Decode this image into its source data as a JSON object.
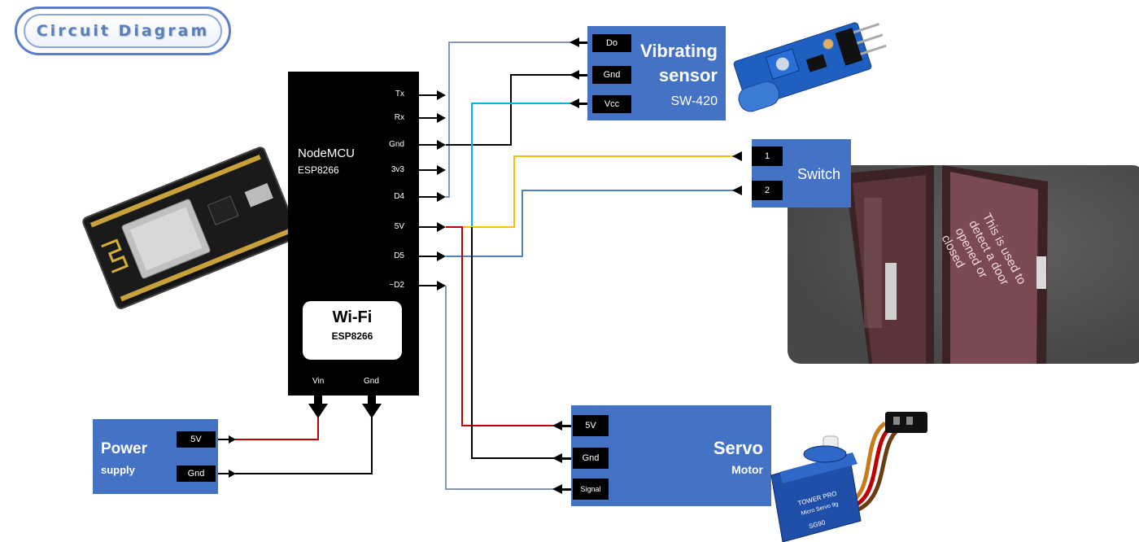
{
  "title": "Circuit Diagram",
  "nodemcu": {
    "name": "NodeMCU",
    "model": "ESP8266",
    "pins_right": [
      "Tx",
      "Rx",
      "Gnd",
      "3v3",
      "D4",
      "5V",
      "D5",
      "~D2"
    ],
    "pins_bottom": [
      "Vin",
      "Gnd"
    ],
    "wifi_title": "Wi-Fi",
    "wifi_model": "ESP8266"
  },
  "vibration_sensor": {
    "name_line1": "Vibrating",
    "name_line2": "sensor",
    "model": "SW-420",
    "pins": [
      "Do",
      "Gnd",
      "Vcc"
    ]
  },
  "switch": {
    "name": "Switch",
    "pins": [
      "1",
      "2"
    ]
  },
  "door": {
    "note": "This is used to detect a door opened or closed"
  },
  "servo": {
    "name": "Servo",
    "subtitle": "Motor",
    "pins": [
      "5V",
      "Gnd",
      "Signal"
    ],
    "brand": "TOWER PRO",
    "label": "Micro Servo 9g",
    "model": "SG90"
  },
  "power": {
    "name": "Power",
    "subtitle": "supply",
    "pins": [
      "5V",
      "Gnd"
    ]
  },
  "colors": {
    "box_blue": "#4472c4",
    "wire_black": "#000000",
    "wire_red": "#c00000",
    "wire_yellow": "#ffc000",
    "wire_light_blue": "#00b0f0",
    "wire_steel_blue": "#4f81bd",
    "wire_blue_gray": "#8497b0"
  }
}
